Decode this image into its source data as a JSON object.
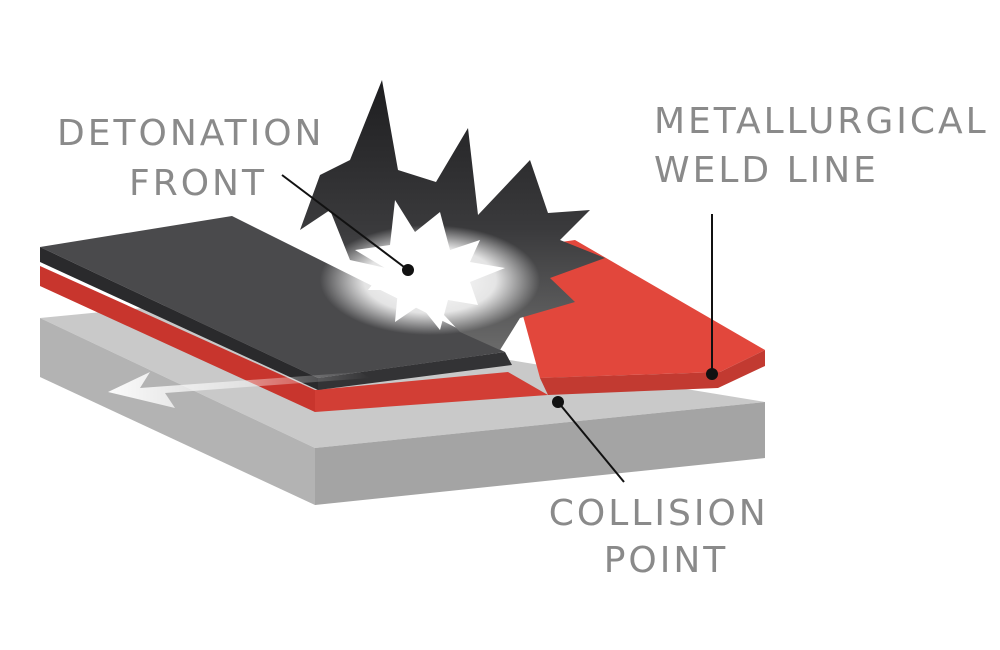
{
  "labels": {
    "detonation_front": [
      "DETONATION",
      "FRONT"
    ],
    "weld_line": [
      "METALLURGICAL",
      "WELD LINE"
    ],
    "collision_point": [
      "COLLISION",
      "POINT"
    ]
  },
  "colors": {
    "flyer_plate": "#4a4a4c",
    "flyer_edge": "#2a2a2c",
    "clad_layer": "#e2473c",
    "clad_edge": "#c23a31",
    "base_plate_top": "#c9c9c9",
    "base_plate_front": "#a9a9a9",
    "explosion_dark": "#2a2a2c",
    "explosion_light": "#ffffff",
    "label_text": "#8a8a8a",
    "leader_line": "#111111"
  },
  "icons": {
    "explosion": "explosion-burst-icon",
    "direction": "arrow-left-icon"
  }
}
